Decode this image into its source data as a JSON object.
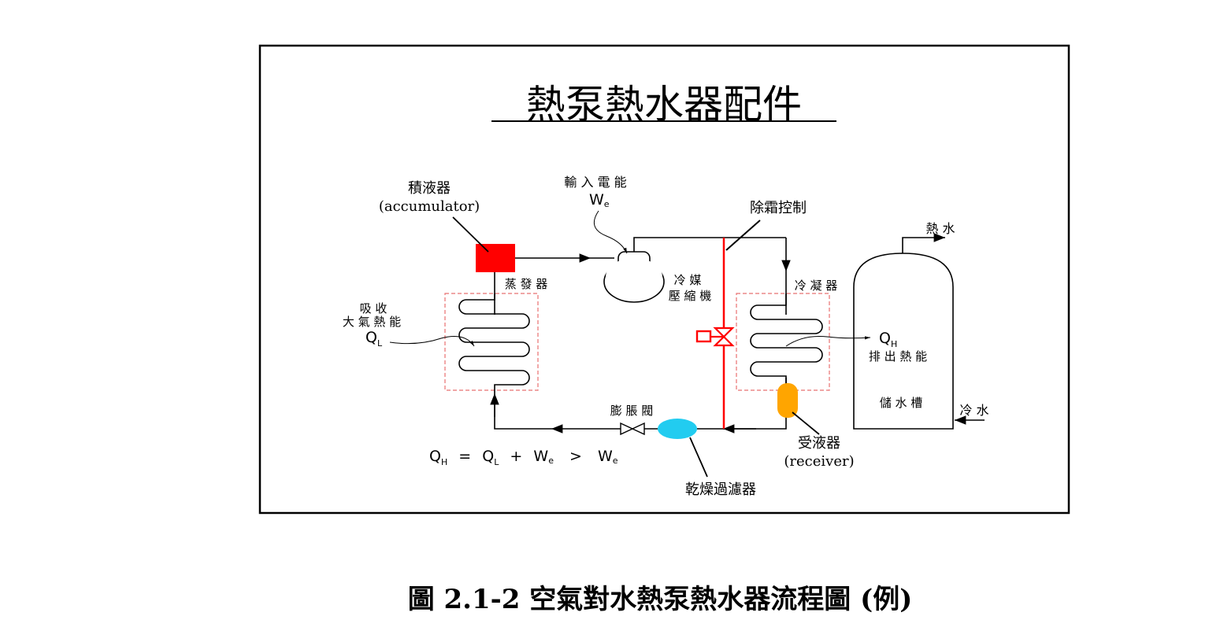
{
  "title": "熱泵熱水器配件",
  "caption": "圖 2.1-2  空氣對水熱泵熱水器流程圖 (例)",
  "labels": {
    "accumulator_zh": "積液器",
    "accumulator_en": "(accumulator)",
    "power_input": "輸 入 電 能",
    "we_main": "W",
    "we_sub": "e",
    "defrost": "除霜控制",
    "hot_water": "熱 水",
    "evaporator": "蒸 發 器",
    "compressor_1": "冷 媒",
    "compressor_2": "壓 縮 機",
    "condenser": "冷 凝 器",
    "absorb_1": "吸 收",
    "absorb_2": "大 氣 熱 能",
    "ql_main": "Q",
    "ql_sub": "L",
    "qh_main": "Q",
    "qh_sub": "H",
    "discharge_heat": "排 出 熱 能",
    "storage_tank": "儲 水 槽",
    "cold_water": "冷 水",
    "expansion_valve": "膨 脹 閥",
    "receiver_zh": "受液器",
    "receiver_en": "(receiver)",
    "filter_drier": "乾燥過濾器"
  },
  "equation": {
    "q1": "Q",
    "s1": "H",
    "eq": "=",
    "q2": "Q",
    "s2": "L",
    "plus": "+",
    "w1": "W",
    "s3": "e",
    "gt": ">",
    "w2": "W",
    "s4": "e"
  },
  "colors": {
    "accumulator": "#ff0000",
    "defrost_line": "#ff0000",
    "receiver": "#ffa500",
    "filter_drier": "#22ccf0",
    "coil_box": "#e87070"
  }
}
